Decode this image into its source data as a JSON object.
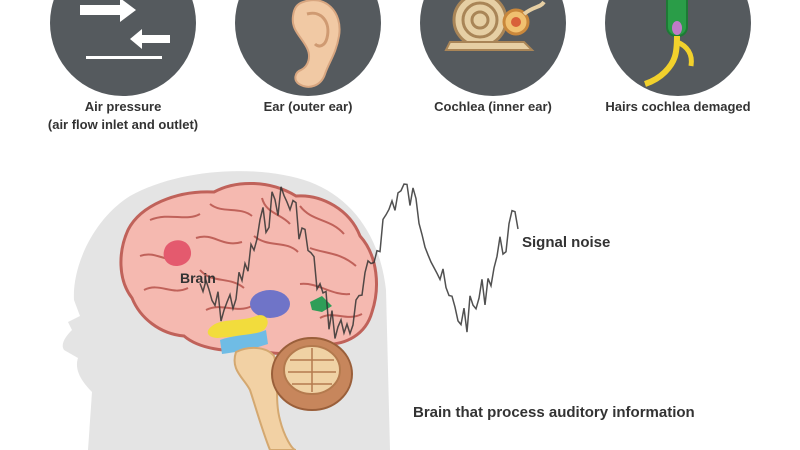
{
  "top_items": [
    {
      "line1": "Air pressure",
      "line2": "(air flow inlet and outlet)"
    },
    {
      "line1": "Ear (outer ear)"
    },
    {
      "line1": "Cochlea (inner ear)"
    },
    {
      "line1": "Hairs cochlea demaged"
    }
  ],
  "brain_label": "Brain",
  "signal_label": "Signal noise",
  "process_label": "Brain that process auditory information",
  "colors": {
    "icon_circle": "#555a5e",
    "head": "#e4e4e4",
    "brain": "#f5b9b0",
    "brain_spot": "#e45a6e",
    "hearing_area": "#2f9e58",
    "thalamus": "#6f74c8",
    "yellow_region": "#f2dc3c",
    "blue_region": "#6fbce5",
    "brainstem": "#f2d1a4",
    "cerebellum": "#c7865c"
  }
}
